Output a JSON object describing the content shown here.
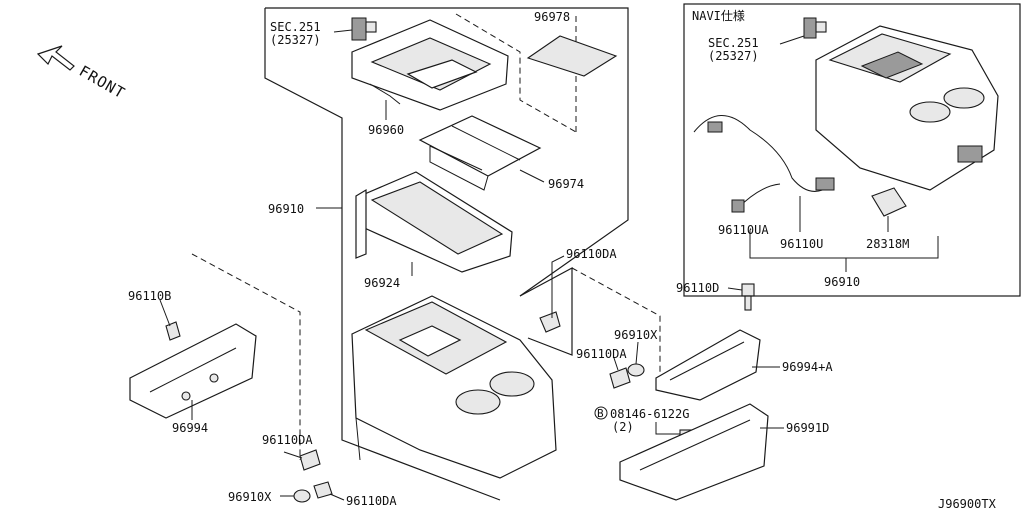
{
  "diagram": {
    "front_label": "FRONT",
    "ref_code": "J96900TX",
    "navi_label": "NAVI仕様",
    "callouts": {
      "sec251_main": "SEC.251",
      "sec251_main_sub": "(25327)",
      "sec251_navi": "SEC.251",
      "sec251_navi_sub": "(25327)",
      "p96978": "96978",
      "p96960": "96960",
      "p96974": "96974",
      "p96910_left": "96910",
      "p96924": "96924",
      "p96110DA_top": "96110DA",
      "p96110B": "96110B",
      "p96994": "96994",
      "p96110DA_left": "96110DA",
      "p96910X_bottom": "96910X",
      "p96110DA_bottom": "96110DA",
      "p96910X_mid": "96910X",
      "p96110DA_mid": "96110DA",
      "p96110D": "96110D",
      "p96994A": "96994+A",
      "bolt_spec": "08146-6122G",
      "bolt_qty": "(2)",
      "bolt_marker": "B",
      "p96991D": "96991D",
      "p96110UA": "96110UA",
      "p96110U": "96110U",
      "p28318M": "28318M",
      "p96910_navi": "96910"
    }
  }
}
